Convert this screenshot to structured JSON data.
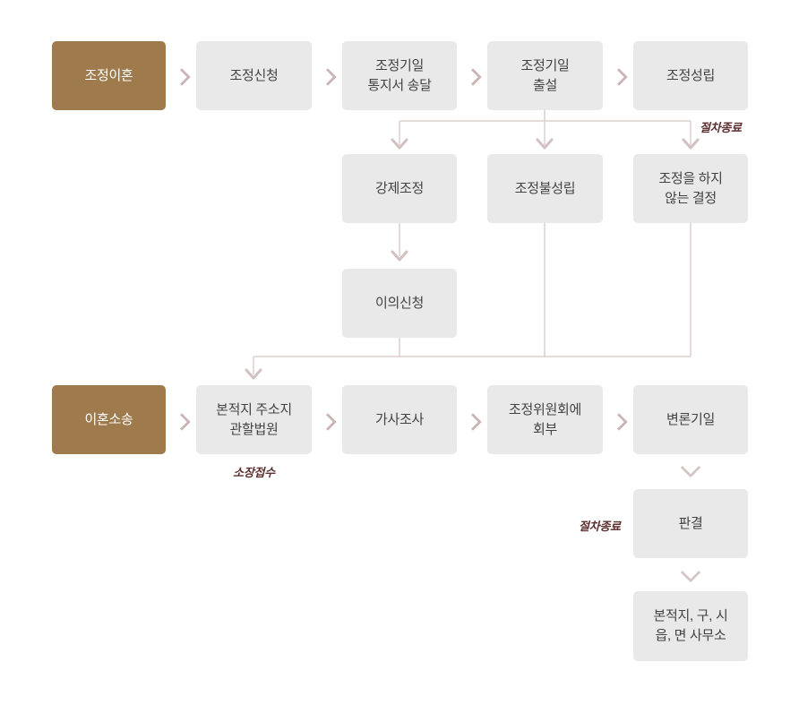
{
  "colors": {
    "primary_brown": "#9e7a4d",
    "box_background": "#e9e9e9",
    "box_text": "#434343",
    "connector_line": "#ddcfcf",
    "chevron": "#c9b5b5",
    "annotation_maroon": "#5e2f2f",
    "page_background": "#ffffff"
  },
  "flow": {
    "row1": {
      "entry": "조정이혼",
      "step1": "조정신청",
      "step2": "조정기일\n통지서 송달",
      "step3": "조정기일\n출설",
      "step4": "조정성립"
    },
    "row2": {
      "forced_mediation": "강제조정",
      "mediation_not_established": "조정불성립",
      "decision_not_to_mediate": "조정을 하지\n않는 결정"
    },
    "row3": {
      "objection": "이의신청"
    },
    "row4": {
      "entry": "이혼소송",
      "step1": "본적지 주소지\n관할법원",
      "step2": "가사조사",
      "step3": "조정위원회에\n회부",
      "step4": "변론기일"
    },
    "row5": {
      "judgment": "판결"
    },
    "row6": {
      "registry_office": "본적지, 구, 시\n읍, 면 사무소"
    },
    "annotations": {
      "procedure_end_top": "절차종료",
      "complaint_filing": "소장접수",
      "procedure_end_bottom": "절차종료"
    }
  }
}
